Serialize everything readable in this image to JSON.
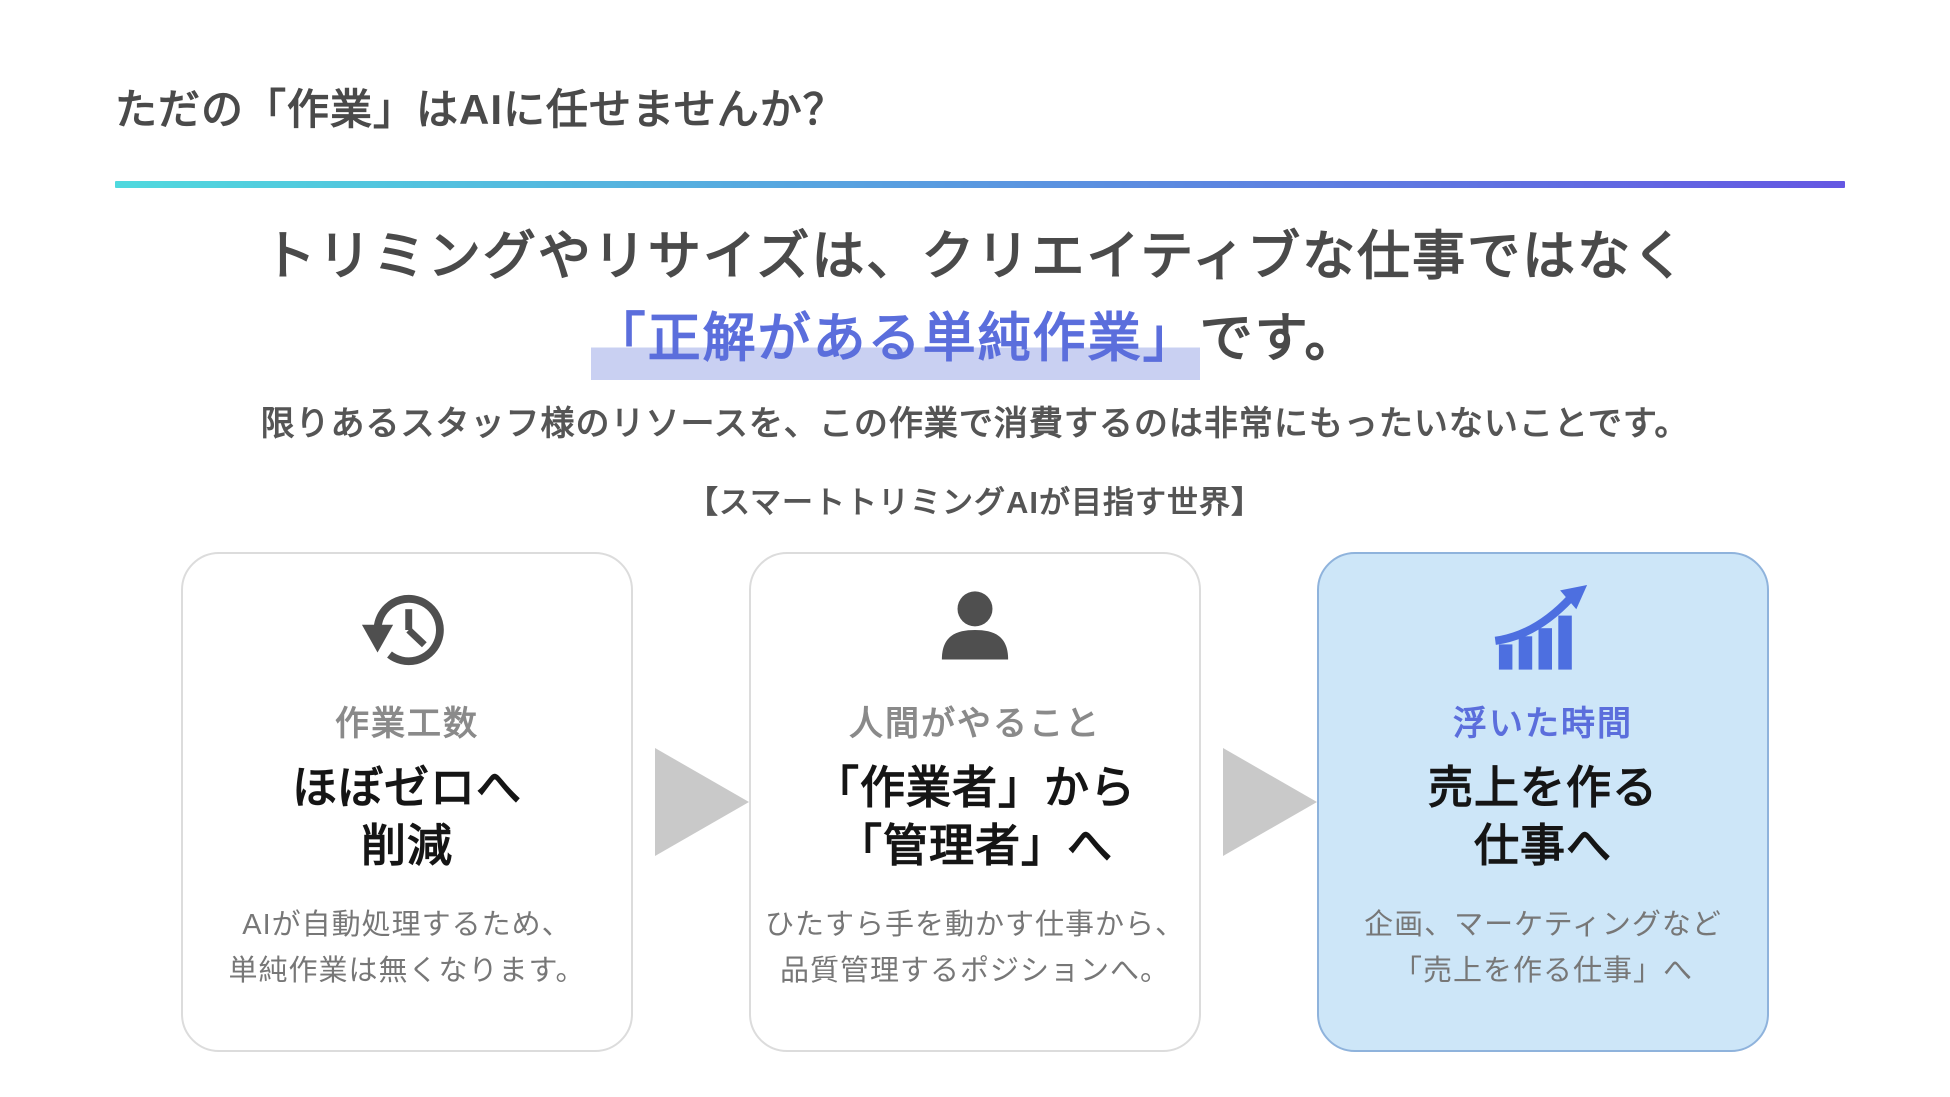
{
  "header": {
    "title": "ただの「作業」はAIに任せませんか？"
  },
  "headline": {
    "line1": "トリミングやリサイズは、クリエイティブな仕事ではなく",
    "accent": "「正解がある単純作業」",
    "suffix": "です。"
  },
  "subtext": "限りあるスタッフ様のリソースを、この作業で消費するのは非常にもったいないことです。",
  "section_title": "【スマートトリミングAIが目指す世界】",
  "cards": [
    {
      "icon": "history-clock-icon",
      "label": "作業工数",
      "title_line1": "ほぼゼロへ",
      "title_line2": "削減",
      "desc_line1": "AIが自動処理するため、",
      "desc_line2": "単純作業は無くなります。"
    },
    {
      "icon": "person-icon",
      "label": "人間がやること",
      "title_line1": "「作業者」から",
      "title_line2": "「管理者」へ",
      "desc_line1": "ひたすら手を動かす仕事から、",
      "desc_line2": "品質管理するポジションへ。"
    },
    {
      "icon": "growth-chart-icon",
      "label": "浮いた時間",
      "title_line1": "売上を作る",
      "title_line2": "仕事へ",
      "desc_line1": "企画、マーケティングなど",
      "desc_line2": "「売上を作る仕事」へ"
    }
  ],
  "colors": {
    "heading_text": "#4A4A4A",
    "title_black": "#151515",
    "label_gray": "#8A8A8A",
    "body_gray": "#777777",
    "accent_blue": "#5B6EDC",
    "highlight_lav": "#C9D0F2",
    "grad_from": "#4FD9DE",
    "grad_to": "#6457E2",
    "card_border": "#DCDCDC",
    "card3_bg": "#CDE6F8",
    "card3_border": "#8FB3DC",
    "arrow_gray": "#C9C9C9",
    "icon_gray": "#4F4F4F",
    "icon_blue": "#4D6FE0"
  }
}
